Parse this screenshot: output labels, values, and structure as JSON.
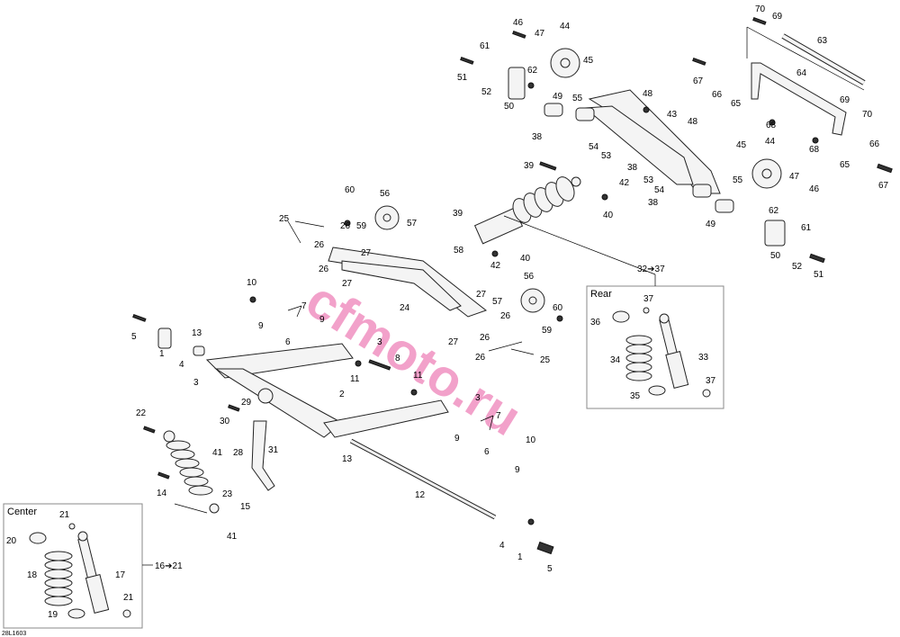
{
  "diagram": {
    "code": "28L1603",
    "watermark": "cfmoto.ru",
    "inset_center": {
      "title": "Center",
      "range": "16➔21"
    },
    "inset_rear": {
      "title": "Rear",
      "range": "32➔37"
    },
    "labels": {
      "l1a": "1",
      "l1b": "1",
      "l2": "2",
      "l3a": "3",
      "l3b": "3",
      "l3c": "3",
      "l4a": "4",
      "l4b": "4",
      "l5a": "5",
      "l5b": "5",
      "l6a": "6",
      "l6b": "6",
      "l7a": "7",
      "l7b": "7",
      "l8": "8",
      "l9a": "9",
      "l9b": "9",
      "l9c": "9",
      "l9d": "9",
      "l10a": "10",
      "l10b": "10",
      "l11a": "11",
      "l11b": "11",
      "l12": "12",
      "l13a": "13",
      "l13b": "13",
      "l14": "14",
      "l15": "15",
      "l17": "17",
      "l18": "18",
      "l19": "19",
      "l20": "20",
      "l21a": "21",
      "l21b": "21",
      "l22": "22",
      "l23": "23",
      "l24": "24",
      "l25a": "25",
      "l25b": "25",
      "l26a": "26",
      "l26b": "26",
      "l26c": "26",
      "l26d": "26",
      "l27a": "27",
      "l27b": "27",
      "l27c": "27",
      "l27d": "27",
      "l28": "28",
      "l29": "29",
      "l30": "30",
      "l31": "31",
      "l33": "33",
      "l34": "34",
      "l35": "35",
      "l36": "36",
      "l37a": "37",
      "l37b": "37",
      "l38a": "38",
      "l38b": "38",
      "l38c": "38",
      "l39a": "39",
      "l39b": "39",
      "l40a": "40",
      "l40b": "40",
      "l41a": "41",
      "l41b": "41",
      "l42a": "42",
      "l42b": "42",
      "l43": "43",
      "l44a": "44",
      "l44b": "44",
      "l45a": "45",
      "l45b": "45",
      "l46a": "46",
      "l46b": "46",
      "l47a": "47",
      "l47b": "47",
      "l48a": "48",
      "l48b": "48",
      "l49a": "49",
      "l49b": "49",
      "l50a": "50",
      "l50b": "50",
      "l51a": "51",
      "l51b": "51",
      "l52a": "52",
      "l52b": "52",
      "l53a": "53",
      "l53b": "53",
      "l54a": "54",
      "l54b": "54",
      "l55a": "55",
      "l55b": "55",
      "l56a": "56",
      "l56b": "56",
      "l57a": "57",
      "l57b": "57",
      "l58": "58",
      "l59a": "59",
      "l59b": "59",
      "l60a": "60",
      "l60b": "60",
      "l61a": "61",
      "l61b": "61",
      "l62a": "62",
      "l62b": "62",
      "l63": "63",
      "l64": "64",
      "l65a": "65",
      "l65b": "65",
      "l66a": "66",
      "l66b": "66",
      "l67a": "67",
      "l67b": "67",
      "l68a": "68",
      "l68b": "68",
      "l69a": "69",
      "l69b": "69",
      "l70a": "70",
      "l70b": "70"
    }
  }
}
